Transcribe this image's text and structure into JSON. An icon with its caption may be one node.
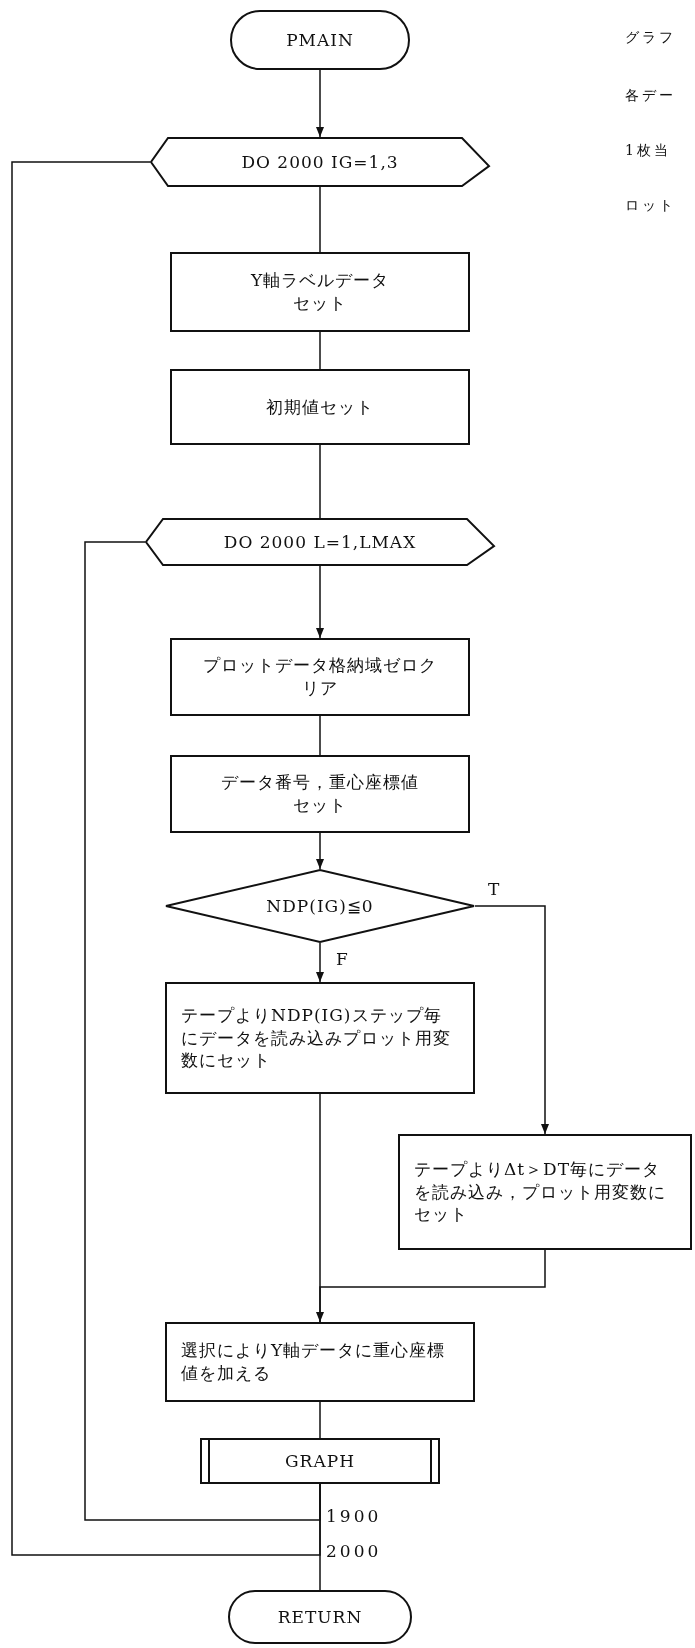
{
  "diagram": {
    "nodes": [
      {
        "text": [
          "PMAIN"
        ]
      },
      {
        "text": [
          "DO 2000 IG=1,3"
        ]
      },
      {
        "text": [
          "Y軸ラベルデータセット"
        ]
      },
      {
        "text": [
          "初期値セット"
        ]
      },
      {
        "text": [
          "DO 2000 L=1,LMAX"
        ]
      },
      {
        "text": [
          "プロットデータ格納域ゼロクリア"
        ]
      },
      {
        "text": [
          "データ番号，重心座標値セット"
        ]
      },
      {
        "text": [
          "NDP(IG)≦0"
        ]
      },
      {
        "text": [
          "テープよりNDP(IG)ステップ毎にデータを読み込みプロット用変数にセット"
        ]
      },
      {
        "text": [
          "テープよりΔt＞DT毎にデータを読み込み，プロット用変数にセット"
        ]
      },
      {
        "text": [
          "選択によりY軸データに重心座標値を加える"
        ]
      },
      {
        "text": [
          "GRAPH"
        ]
      },
      {
        "text": [
          "RETURN"
        ]
      }
    ],
    "edges": [
      {
        "from": 0,
        "to": 1,
        "arrow": "to"
      },
      {
        "from": 1,
        "to": 2,
        "arrow": "none"
      },
      {
        "from": 2,
        "to": 3,
        "arrow": "none"
      },
      {
        "from": 3,
        "to": 4,
        "arrow": "none"
      },
      {
        "from": 4,
        "to": 5,
        "arrow": "to"
      },
      {
        "from": 5,
        "to": 6,
        "arrow": "none"
      },
      {
        "from": 6,
        "to": 7,
        "arrow": "to"
      },
      {
        "from": 7,
        "to": 8,
        "arrow": "to",
        "label": "F"
      },
      {
        "from": 7,
        "to": 9,
        "arrow": "to",
        "label": "T"
      },
      {
        "from": 8,
        "to": 10,
        "arrow": "none"
      },
      {
        "from": 9,
        "to": 10,
        "arrow": "to"
      },
      {
        "from": 10,
        "to": 11,
        "arrow": "none"
      },
      {
        "from": 11,
        "to": 12,
        "arrow": "none"
      },
      {
        "from": 11,
        "to": 4,
        "arrow": "none"
      },
      {
        "from": 11,
        "to": 1,
        "arrow": "none"
      }
    ],
    "labels": [
      "グラフ",
      "各デー",
      "1枚当",
      "ロット",
      "1900",
      "2000"
    ]
  }
}
